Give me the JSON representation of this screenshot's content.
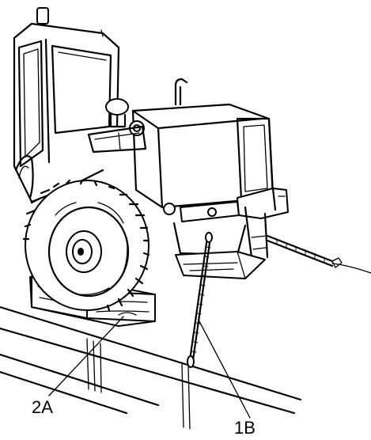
{
  "figure": {
    "callouts": [
      {
        "id": "2A",
        "label": "2A"
      },
      {
        "id": "1B",
        "label": "1B"
      }
    ]
  }
}
